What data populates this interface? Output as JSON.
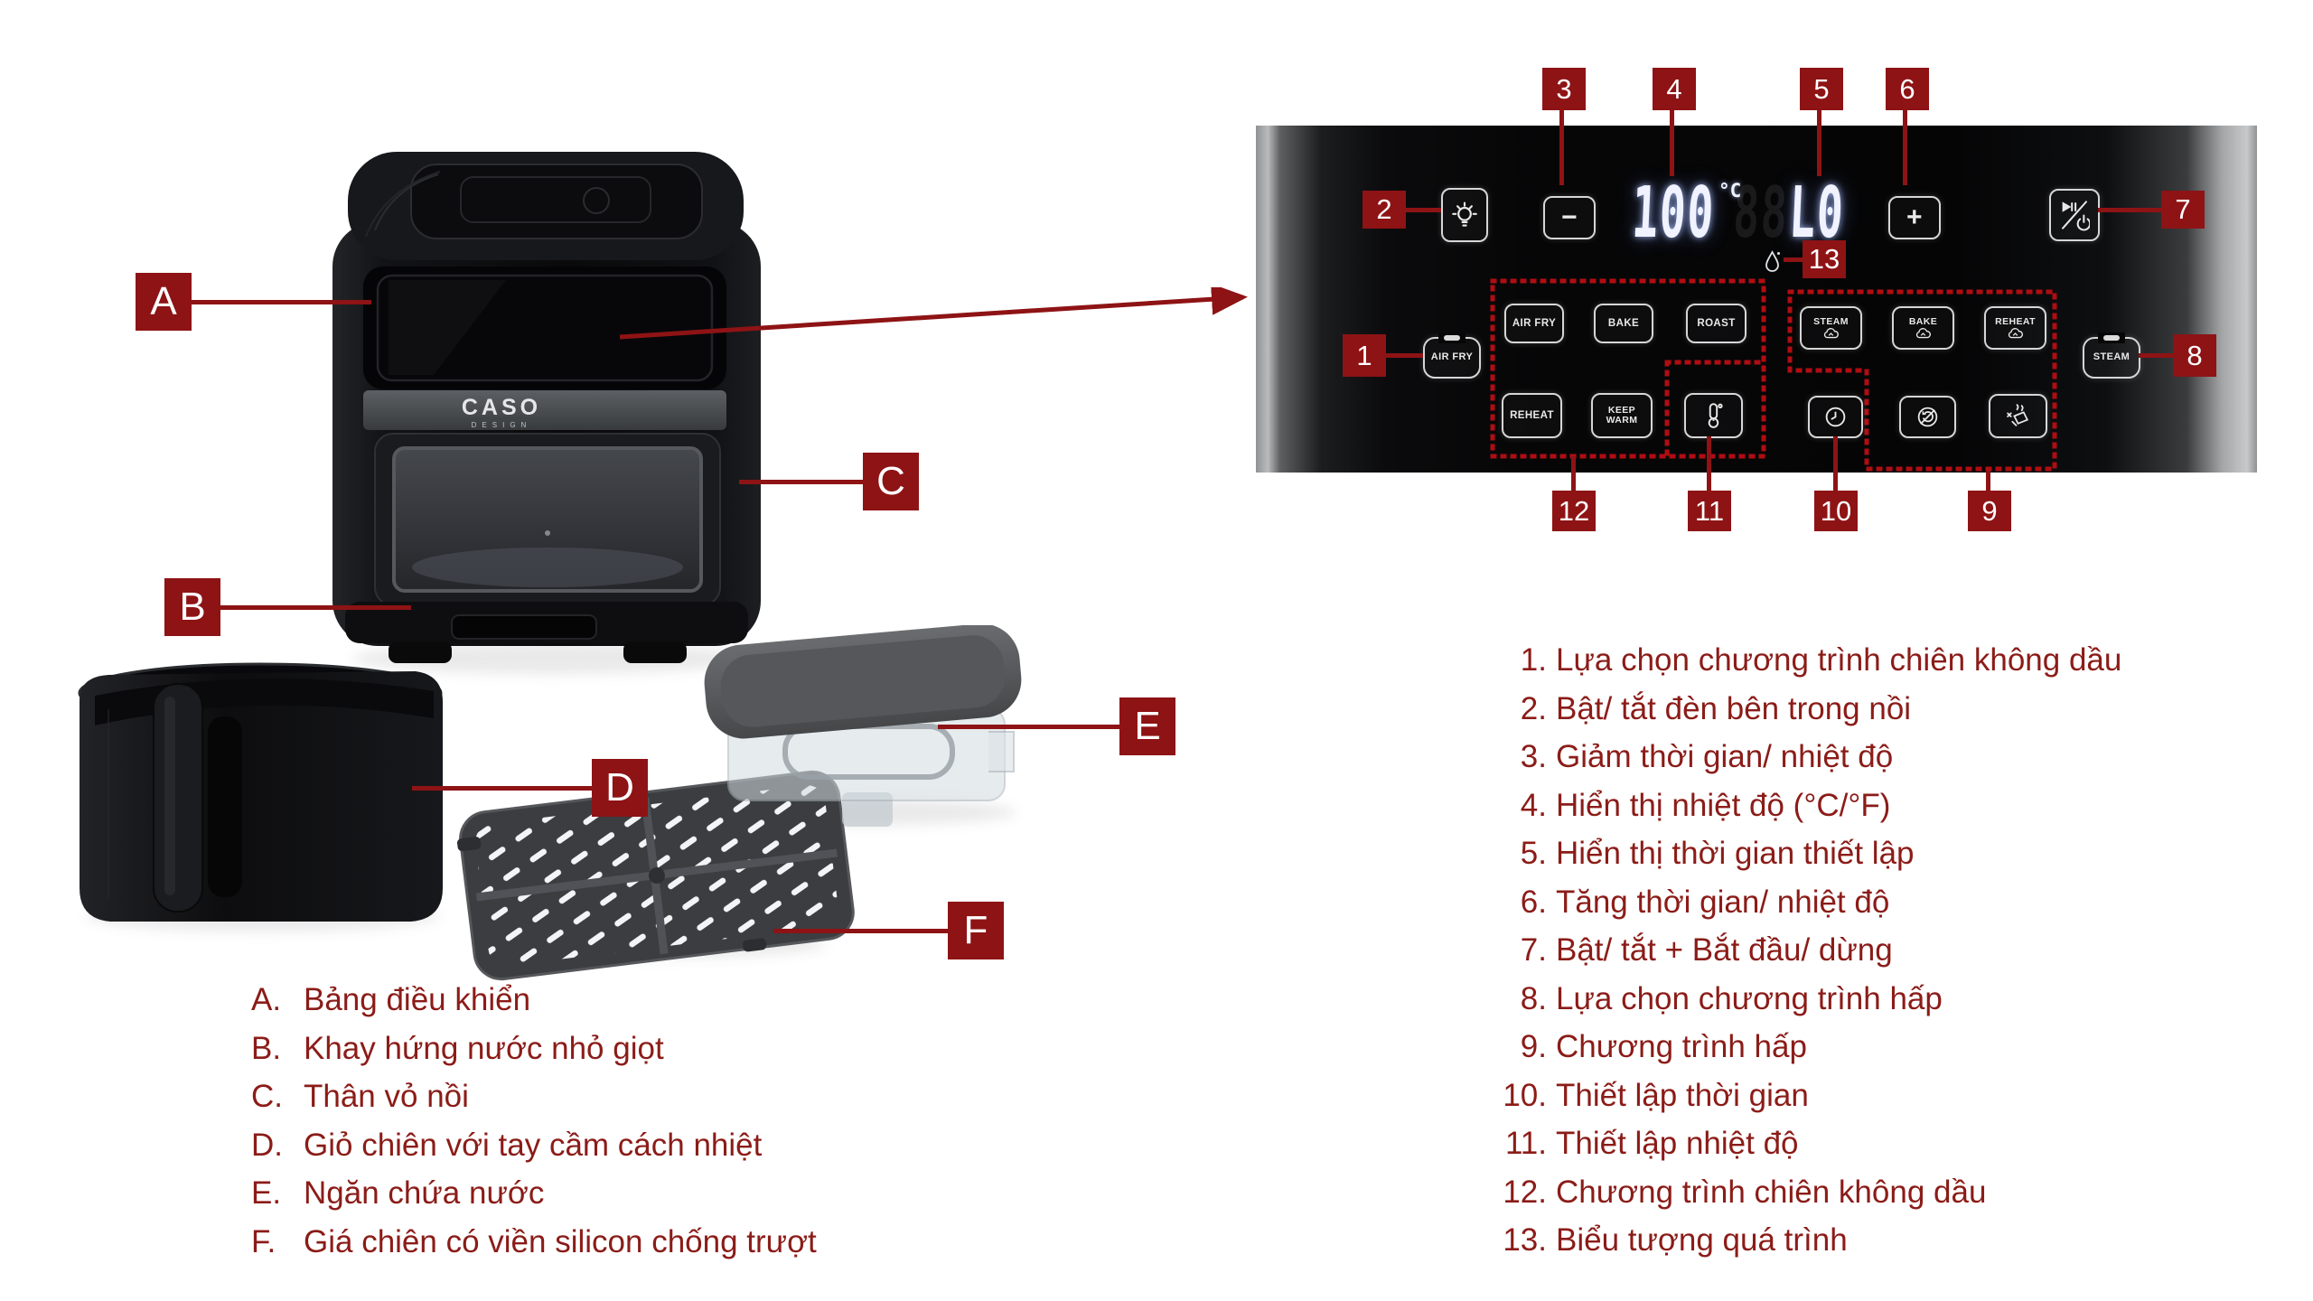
{
  "colors": {
    "accent_red": "#8e1315",
    "legend_text": "#8b1c18",
    "dotted_group_red": "#b00d12",
    "panel_black": "#060607",
    "button_stroke": "#d6d6d6",
    "display_glow_white": "#f0f3ff"
  },
  "device": {
    "brand": "CASO",
    "brand_sub": "DESIGN"
  },
  "panel": {
    "display": {
      "temperature": "100",
      "temperature_unit": "°C",
      "time": "L0",
      "ghost_segments": "88"
    },
    "minus_label": "−",
    "plus_label": "+",
    "main_left_label": "AIR FRY",
    "main_right_label": "STEAM",
    "programs_left": {
      "r1c1": "AIR FRY",
      "r1c2": "BAKE",
      "r1c3": "ROAST",
      "r2c1": "REHEAT",
      "r2c2": "KEEP WARM"
    },
    "programs_steam": {
      "c1": "STEAM",
      "c2": "BAKE",
      "c3": "REHEAT"
    },
    "icons": {
      "light": "light-bulb-icon",
      "start": "play-pause-power-icon",
      "process": "water-drop-icon",
      "temperature": "thermometer-icon",
      "time": "timer-clock-icon",
      "norotate": "no-rotate-icon",
      "steamclean": "steam-clean-icon",
      "steam_program": "steam-cloud-icon"
    }
  },
  "callouts": {
    "A": "A",
    "B": "B",
    "C": "C",
    "D": "D",
    "E": "E",
    "F": "F",
    "n1": "1",
    "n2": "2",
    "n3": "3",
    "n4": "4",
    "n5": "5",
    "n6": "6",
    "n7": "7",
    "n8": "8",
    "n9": "9",
    "n10": "10",
    "n11": "11",
    "n12": "12",
    "n13": "13"
  },
  "legend_parts": [
    {
      "key": "A.",
      "text": "Bảng điều khiển"
    },
    {
      "key": "B.",
      "text": "Khay hứng nước nhỏ giọt"
    },
    {
      "key": "C.",
      "text": "Thân vỏ nồi"
    },
    {
      "key": "D.",
      "text": "Giỏ chiên với tay cầm cách nhiệt"
    },
    {
      "key": "E.",
      "text": "Ngăn chứa nước"
    },
    {
      "key": "F.",
      "text": "Giá chiên có viền silicon chống trượt"
    }
  ],
  "legend_controls": [
    {
      "key": "1.",
      "text": "Lựa chọn chương trình chiên không dầu"
    },
    {
      "key": "2.",
      "text": "Bật/ tắt đèn bên trong nồi"
    },
    {
      "key": "3.",
      "text": "Giảm thời gian/ nhiệt độ"
    },
    {
      "key": "4.",
      "text": "Hiển thị nhiệt độ (°C/°F)"
    },
    {
      "key": "5.",
      "text": "Hiển thị thời gian thiết lập"
    },
    {
      "key": "6.",
      "text": "Tăng thời gian/ nhiệt độ"
    },
    {
      "key": "7.",
      "text": "Bật/ tắt + Bắt đầu/ dừng"
    },
    {
      "key": "8.",
      "text": "Lựa chọn chương trình hấp"
    },
    {
      "key": "9.",
      "text": "Chương trình hấp"
    },
    {
      "key": "10.",
      "text": "Thiết lập thời gian"
    },
    {
      "key": "11.",
      "text": "Thiết lập nhiệt độ"
    },
    {
      "key": "12.",
      "text": "Chương trình chiên không dầu"
    },
    {
      "key": "13.",
      "text": "Biểu tượng quá trình"
    }
  ]
}
